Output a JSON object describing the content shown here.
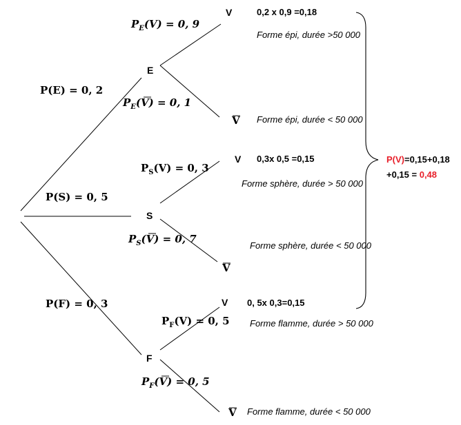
{
  "branches": {
    "p_e": "P(E) = 0, 2",
    "p_s": "P(S) = 0, 5",
    "p_f": "P(F) = 0, 3",
    "pe_v": {
      "p": "P",
      "sub": "E",
      "arg": "(V) = 0, 9"
    },
    "pe_vbar": {
      "p": "P",
      "sub": "E",
      "arg1": "(",
      "v": "V",
      "arg2": ") = 0, 1"
    },
    "ps_v": {
      "p": "P",
      "sub": "S",
      "arg": "(V) = 0, 3"
    },
    "ps_vbar": {
      "p": "P",
      "sub": "S",
      "arg1": "(",
      "v": "V",
      "arg2": ") = 0, 7"
    },
    "pf_v": {
      "p": "P",
      "sub": "F",
      "arg": "(V) = 0, 5"
    },
    "pf_vbar": {
      "p": "P",
      "sub": "F",
      "arg1": "(",
      "v": "V",
      "arg2": ") = 0, 5"
    }
  },
  "nodes": {
    "e": "E",
    "s": "S",
    "f": "F",
    "v": "V",
    "vbar": "V"
  },
  "results": {
    "e_v_calc": "0,2 x 0,9 =0,18",
    "e_v_desc": "Forme épi, durée >50 000",
    "e_vbar_desc": "Forme épi, durée < 50 000",
    "s_v_calc": "0,3x 0,5 =0,15",
    "s_v_desc": "Forme sphère, durée > 50 000",
    "s_vbar_desc": "Forme sphère, durée < 50 000",
    "f_v_calc": "0, 5x 0,3=0,15",
    "f_v_desc": "Forme flamme, durée > 50 000",
    "f_vbar_desc": "Forme flamme, durée < 50 000"
  },
  "total": {
    "pv_label": "P(V)",
    "line1_rest": "=0,15+0,18",
    "line2_start": "+0,15 = ",
    "answer": "0,48"
  },
  "colors": {
    "highlight": "#e8202a",
    "ink": "#000000"
  }
}
